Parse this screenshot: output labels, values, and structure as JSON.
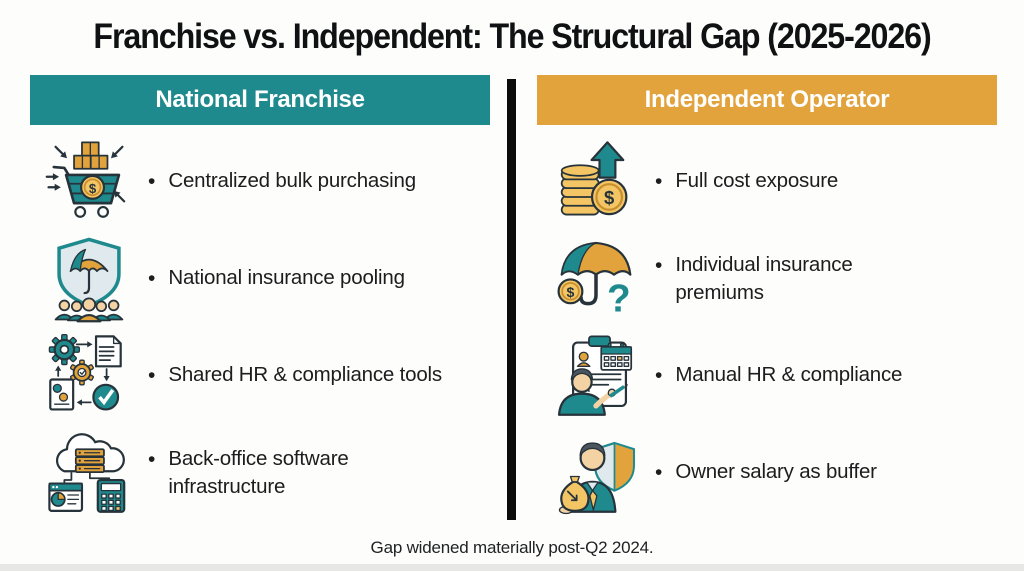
{
  "page": {
    "title": "Franchise vs. Independent: The Structural Gap (2025-2026)",
    "footnote": "Gap widened materially post-Q2 2024."
  },
  "bullet_glyph": "•",
  "palette": {
    "teal": "#1f8a8d",
    "orange": "#e2a33d",
    "gold": "#f3c565",
    "ink": "#27333a",
    "paper": "#dfe9ee",
    "skin": "#f3d2a4",
    "divider": "#0b0b0b",
    "background": "#fdfdfb"
  },
  "columns": {
    "left": {
      "header": "National Franchise",
      "items": [
        {
          "label": "Centralized bulk purchasing",
          "icon": "bulk-purchasing-cart-icon"
        },
        {
          "label": "National insurance pooling",
          "icon": "insurance-pool-shield-icon"
        },
        {
          "label": "Shared HR & compliance tools",
          "icon": "hr-compliance-gears-icon"
        },
        {
          "label": "Back-office software infrastructure",
          "icon": "cloud-software-icon"
        }
      ]
    },
    "right": {
      "header": "Independent Operator",
      "items": [
        {
          "label": "Full cost exposure",
          "icon": "rising-cost-coins-icon"
        },
        {
          "label": "Individual insurance premiums",
          "icon": "umbrella-premium-icon"
        },
        {
          "label": "Manual HR & compliance",
          "icon": "manual-paperwork-icon"
        },
        {
          "label": "Owner salary as buffer",
          "icon": "owner-money-bag-icon"
        }
      ]
    }
  }
}
